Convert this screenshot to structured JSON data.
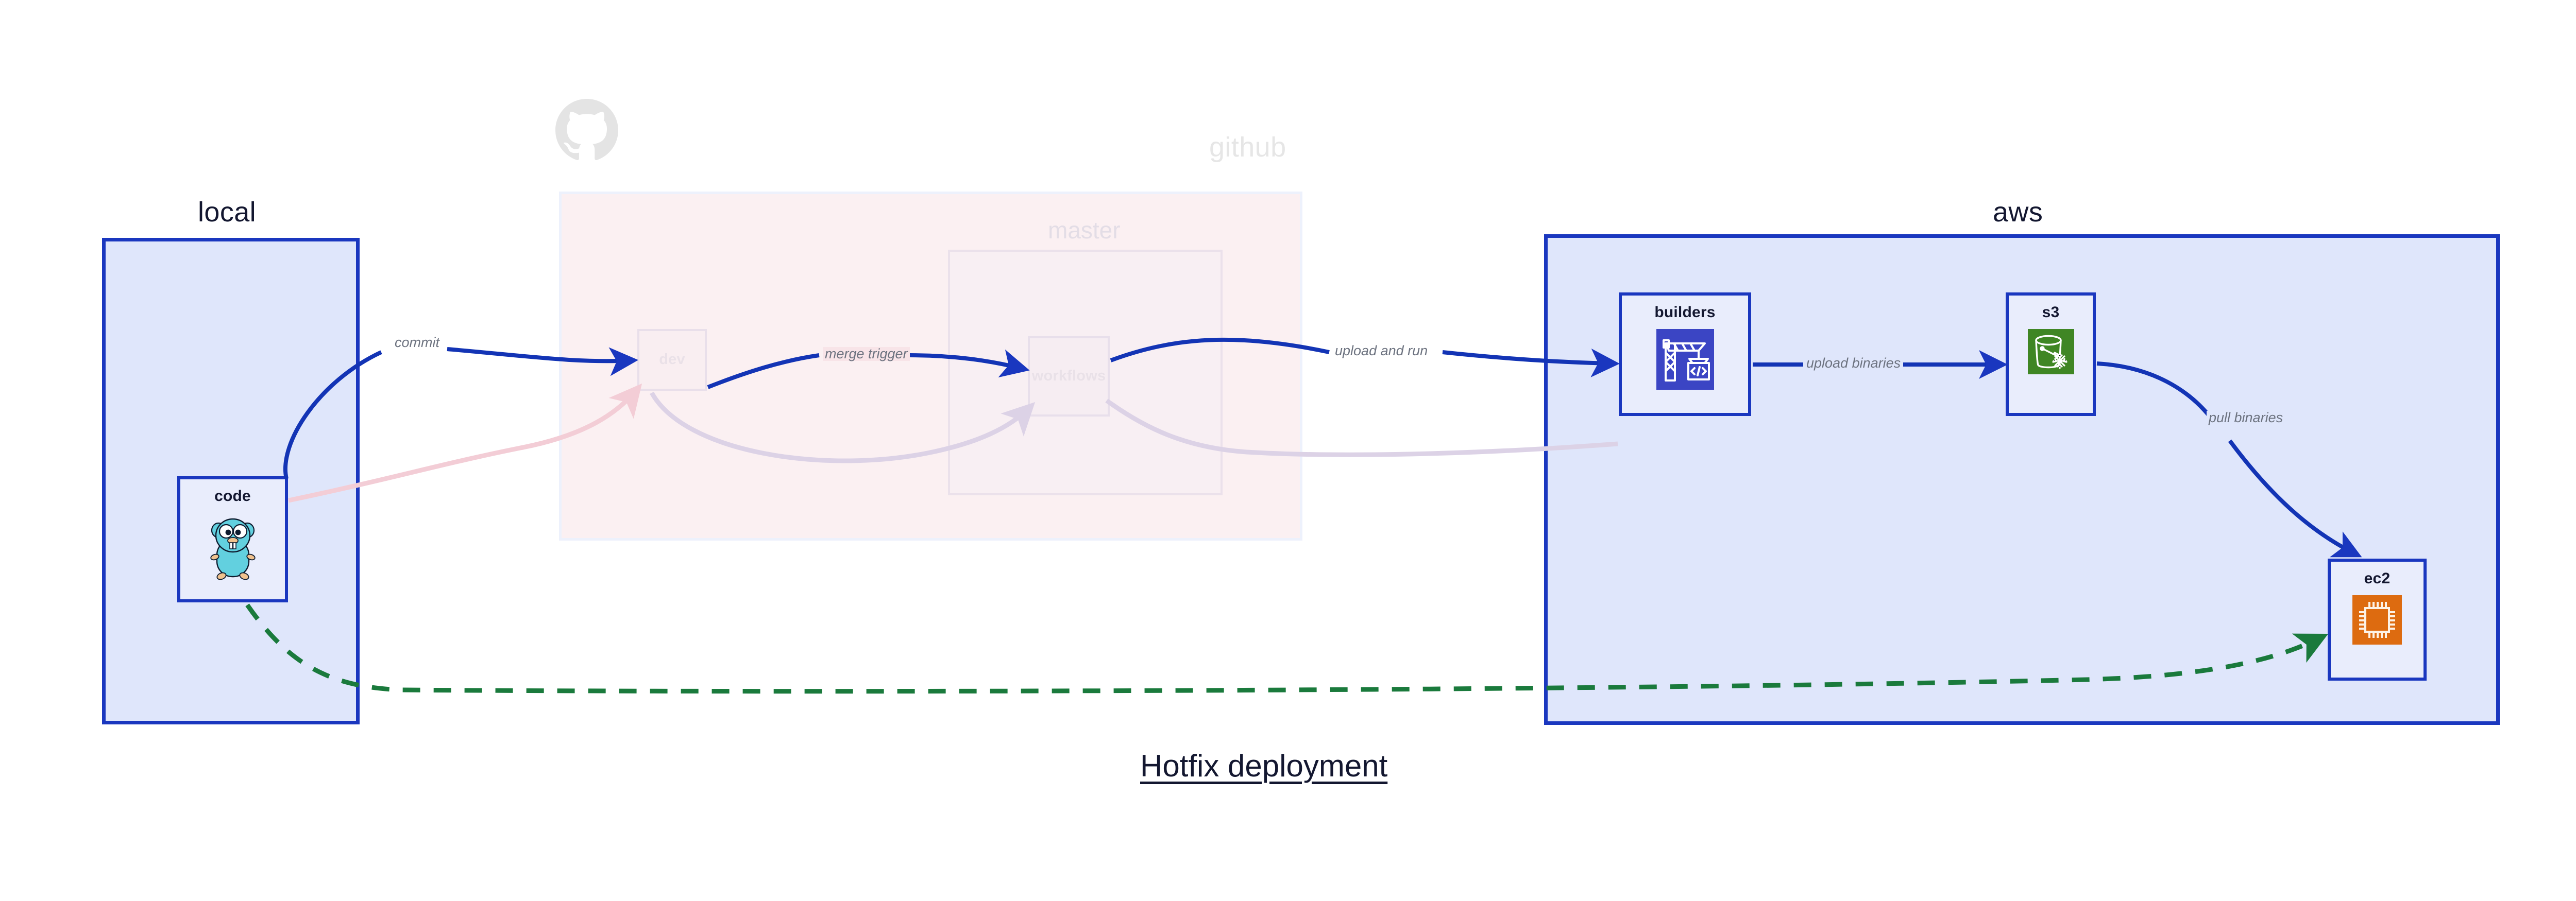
{
  "diagram": {
    "title": "Hotfix deployment",
    "background": "#ffffff",
    "accent_blue": "#1a37bf",
    "accent_green": "#1a7a3c",
    "label_gray": "#6c727f",
    "text_navy": "#131730"
  },
  "groups": [
    {
      "id": "local",
      "label": "local",
      "style": "solid",
      "fill": "#dfe6fb",
      "stroke": "#1a37bf"
    },
    {
      "id": "github",
      "label": "github",
      "style": "faded",
      "fill": "#f8e4e8",
      "stroke": "#dfe6fb",
      "logo_icon": "github-octocat-icon"
    },
    {
      "id": "aws",
      "label": "aws",
      "style": "solid",
      "fill": "#dfe6fb",
      "stroke": "#1a37bf"
    }
  ],
  "subgroups": [
    {
      "id": "master",
      "label": "master",
      "parent": "github"
    }
  ],
  "nodes": [
    {
      "id": "code",
      "label": "code",
      "icon": "go-gopher-icon",
      "group": "local",
      "state": "active"
    },
    {
      "id": "dev",
      "label": "dev",
      "icon": "none",
      "group": "github",
      "state": "faded"
    },
    {
      "id": "workflows",
      "label": "workflows",
      "icon": "none",
      "group": "master",
      "state": "faded"
    },
    {
      "id": "builders",
      "label": "builders",
      "icon": "crane-code-icon",
      "group": "aws",
      "state": "active",
      "icon_color": "#3b45c4"
    },
    {
      "id": "s3",
      "label": "s3",
      "icon": "s3-bucket-icon",
      "group": "aws",
      "state": "active",
      "icon_color": "#3f8624"
    },
    {
      "id": "ec2",
      "label": "ec2",
      "icon": "cpu-chip-icon",
      "group": "aws",
      "state": "active",
      "icon_color": "#dd6b10"
    }
  ],
  "edges": [
    {
      "id": "commit",
      "label": "commit",
      "from": "code",
      "to": "dev",
      "style": "solid",
      "color": "#1a37bf",
      "state": "active"
    },
    {
      "id": "merge-trigger",
      "label": "merge trigger",
      "from": "dev",
      "to": "workflows",
      "style": "solid",
      "color": "#1a37bf",
      "state": "active"
    },
    {
      "id": "upload-and-run",
      "label": "upload and run",
      "from": "workflows",
      "to": "builders",
      "style": "solid",
      "color": "#1a37bf",
      "state": "active"
    },
    {
      "id": "upload-binaries",
      "label": "upload binaries",
      "from": "builders",
      "to": "s3",
      "style": "solid",
      "color": "#1a37bf",
      "state": "active"
    },
    {
      "id": "pull-binaries",
      "label": "pull binaries",
      "from": "s3",
      "to": "ec2",
      "style": "solid",
      "color": "#1a37bf",
      "state": "active"
    },
    {
      "id": "hotfix-direct",
      "label": "",
      "from": "code",
      "to": "ec2",
      "style": "dashed",
      "color": "#1a7a3c",
      "state": "active"
    },
    {
      "id": "faded-code-dev",
      "label": "",
      "from": "code",
      "to": "dev",
      "style": "solid",
      "color": "#f6dbe1",
      "state": "faded"
    },
    {
      "id": "faded-dev-wf",
      "label": "",
      "from": "dev",
      "to": "workflows",
      "style": "solid",
      "color": "#ded5e6",
      "state": "faded"
    },
    {
      "id": "faded-wf-out",
      "label": "",
      "from": "workflows",
      "to": "builders",
      "style": "solid",
      "color": "#ded5e6",
      "state": "faded"
    }
  ]
}
